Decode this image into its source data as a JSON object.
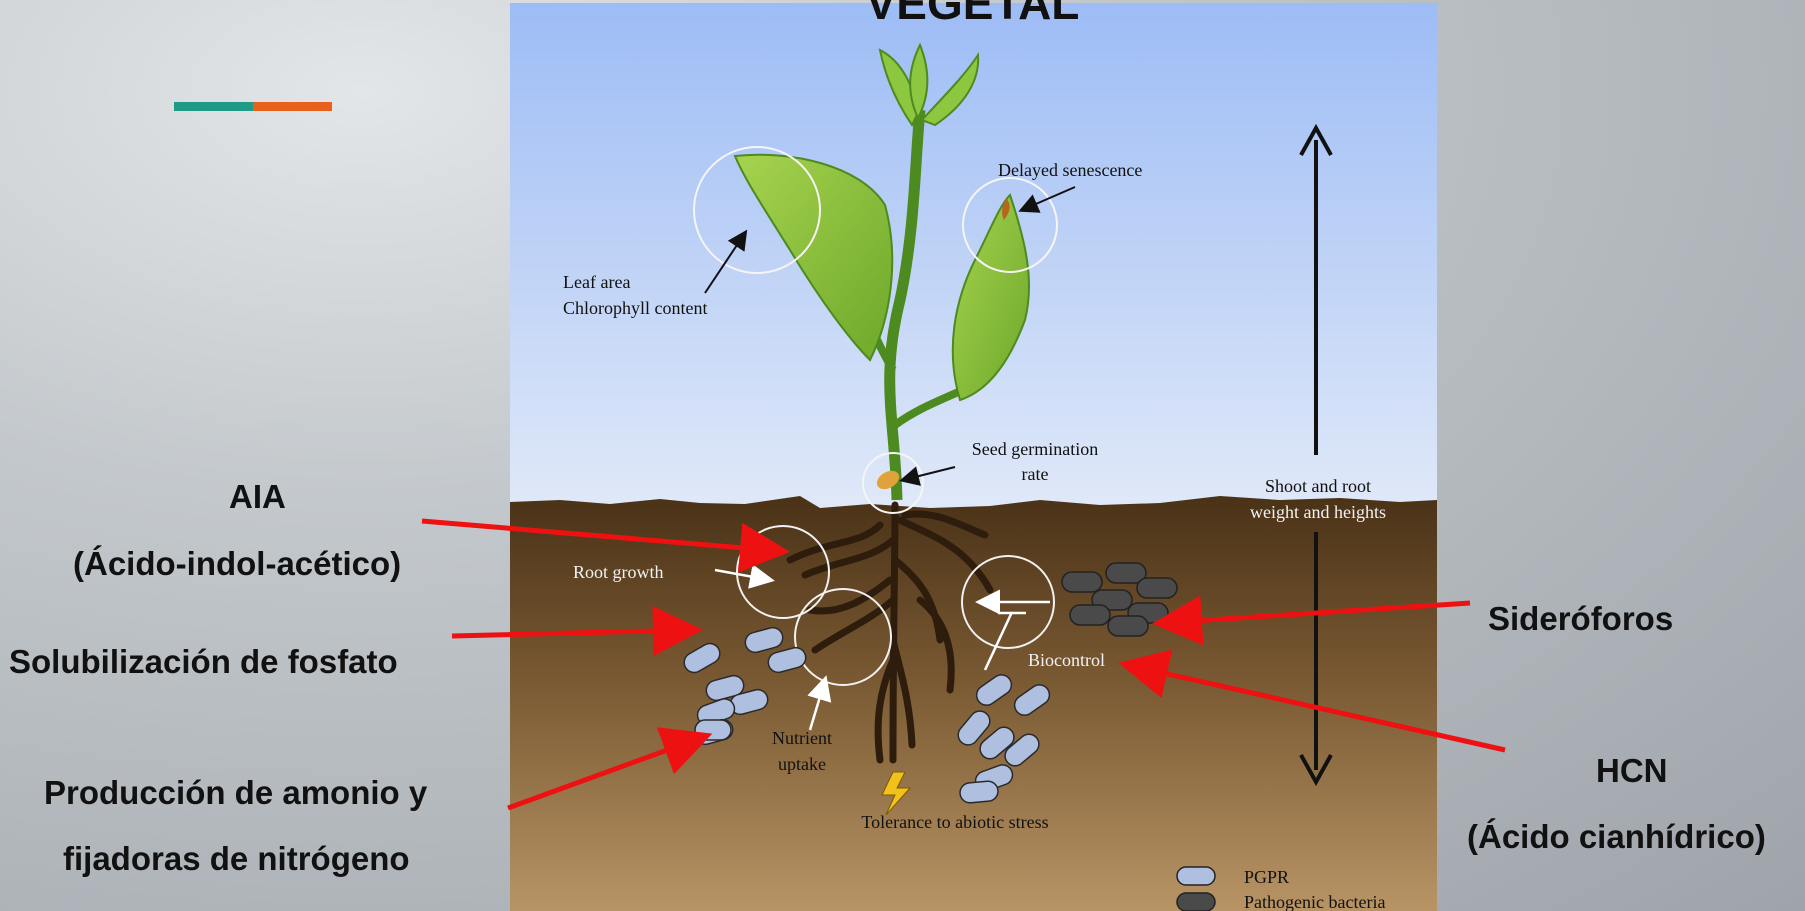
{
  "slide": {
    "title": "VEGETAL",
    "accent_colors": [
      "#1f9a86",
      "#e8601c"
    ],
    "arrow_color": "#ee1111"
  },
  "diagram": {
    "labels": {
      "leaf": [
        "Leaf area",
        "Chlorophyll content"
      ],
      "senescence": "Delayed senescence",
      "germination": [
        "Seed germination",
        "rate"
      ],
      "shoot_root": [
        "Shoot and root",
        "weight and heights"
      ],
      "root_growth": "Root growth",
      "biocontrol": "Biocontrol",
      "nutrient": [
        "Nutrient",
        "uptake"
      ],
      "tolerance": "Tolerance to abiotic stress"
    },
    "legend": {
      "pgpr": "PGPR",
      "pathogenic": "Pathogenic bacteria"
    }
  },
  "annotations": {
    "aia": [
      "AIA",
      "(Ácido-indol-acético)"
    ],
    "fosfato": "Solubilización de fosfato",
    "amonio": [
      "Producción de amonio y",
      "fijadoras de nitrógeno"
    ],
    "sideroforos": "Sideróforos",
    "hcn": [
      "HCN",
      "(Ácido cianhídrico)"
    ]
  }
}
